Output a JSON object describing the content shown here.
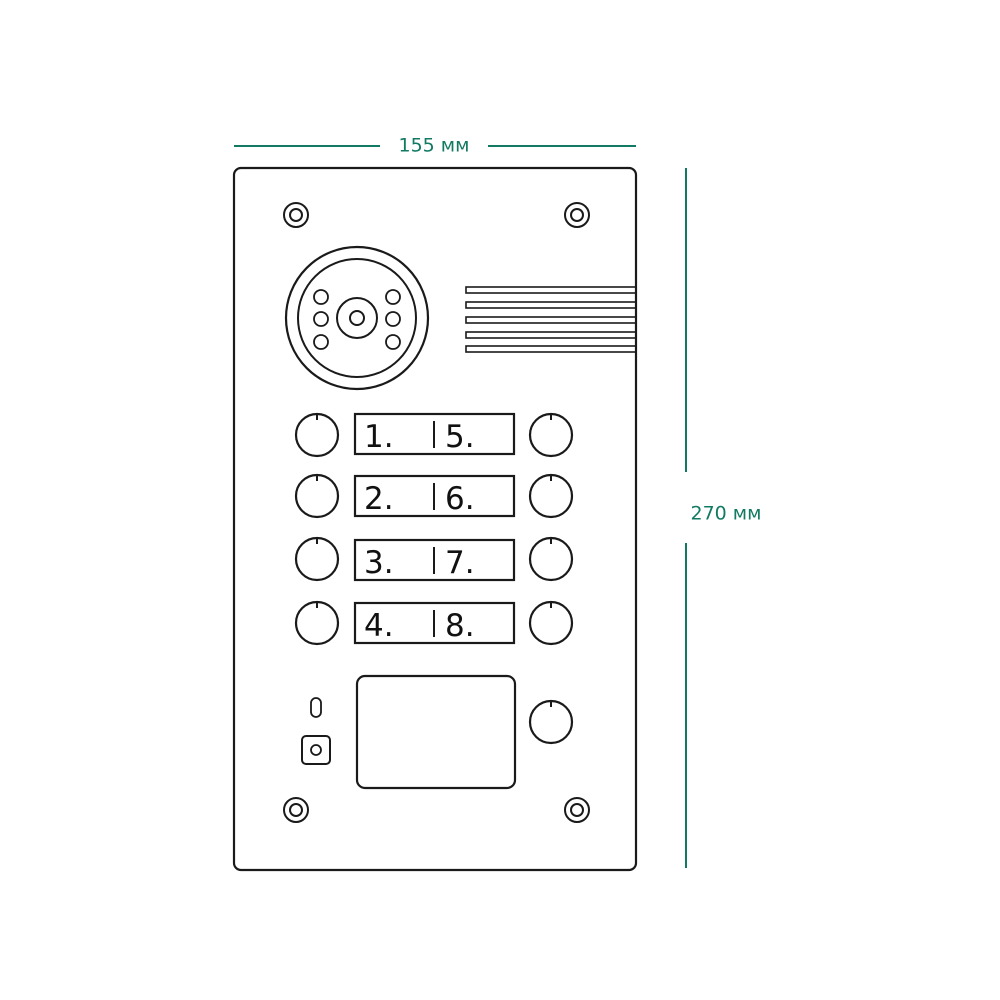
{
  "dimensions": {
    "width_label": "155 мм",
    "height_label": "270 мм",
    "color": "#127a63"
  },
  "panel": {
    "outline_color": "#1a1a1a",
    "corner_screws": [
      "screw",
      "screw",
      "screw",
      "screw"
    ],
    "camera": {
      "lens": "camera-lens",
      "ir_leds": 6
    },
    "speaker_slots": 5,
    "left_buttons": [
      "button",
      "button",
      "button",
      "button"
    ],
    "right_buttons": [
      "button",
      "button",
      "button",
      "button",
      "button"
    ],
    "name_plates": [
      {
        "left": "1.",
        "right": "5."
      },
      {
        "left": "2.",
        "right": "6."
      },
      {
        "left": "3.",
        "right": "7."
      },
      {
        "left": "4.",
        "right": "8."
      }
    ],
    "reader_window": "rfid-reader-window",
    "status_led": "indicator-led",
    "microphone": "microphone"
  }
}
